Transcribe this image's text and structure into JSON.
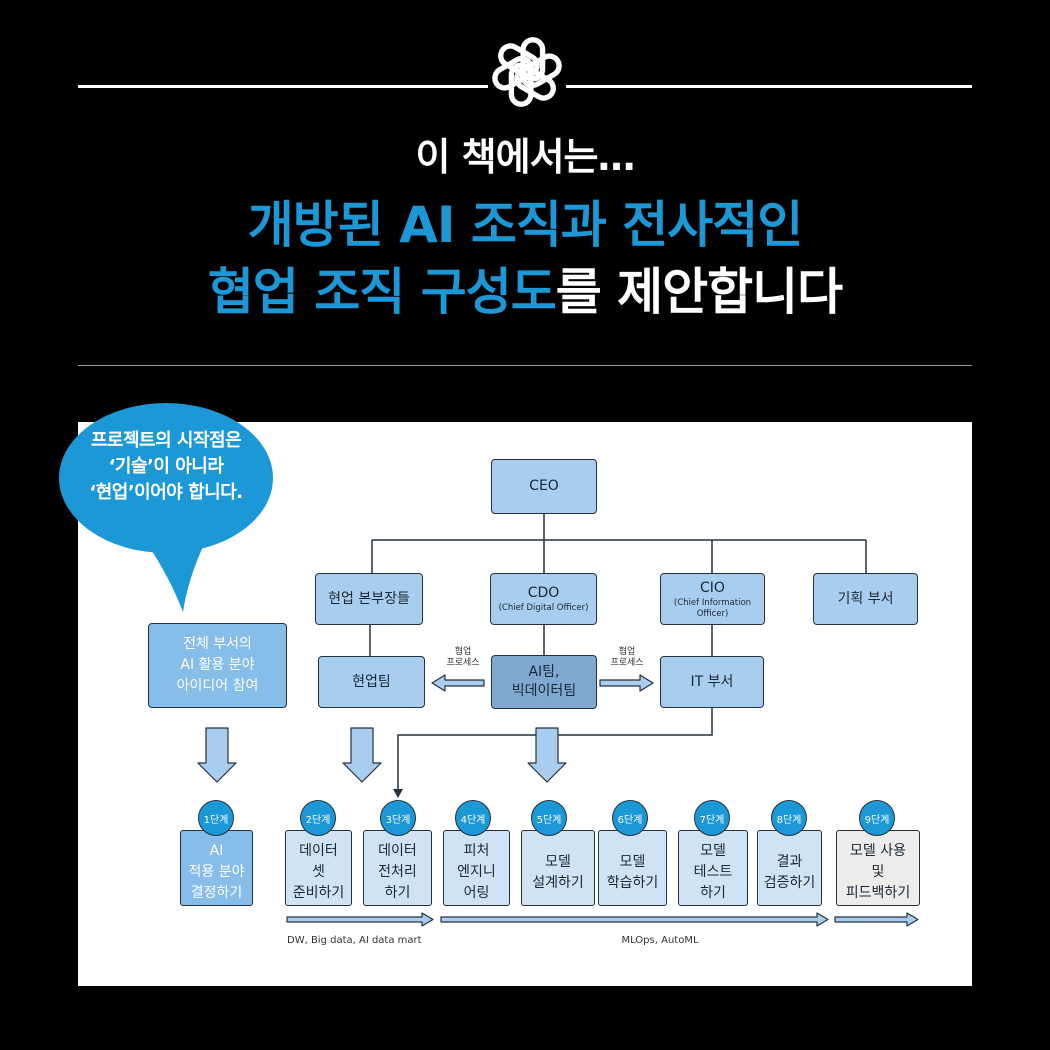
{
  "icons": {
    "logo": "knot-logo-icon"
  },
  "colors": {
    "background": "#000000",
    "accent": "#1c98d7",
    "box": "#a9cdee",
    "box_dark": "#7fa8d3",
    "box_mid": "#86bde9",
    "stage": "#cfe3f5",
    "final": "#ececec"
  },
  "header": {
    "line1": "이 책에서는…",
    "line2": "개방된 AI 조직과 전사적인",
    "line3_blue": "협업 조직 구성도",
    "line3_white": "를 제안합니다"
  },
  "bubble": {
    "lines": [
      "프로젝트의 시작점은",
      "‘기술’이 아니라",
      "‘현업’이어야 합니다."
    ]
  },
  "org": {
    "ceo": "CEO",
    "business_heads": "현업 본부장들",
    "cdo": {
      "title": "CDO",
      "subtitle": "(Chief Digital Officer)"
    },
    "cio": {
      "title": "CIO",
      "subtitle": "(Chief Information Officer)"
    },
    "planning": "기획 부서",
    "business_team": "현업팀",
    "ai_team": {
      "lines": [
        "AI팀,",
        "빅데이터팀"
      ]
    },
    "it_dept": "IT 부서",
    "all_departments": {
      "lines": [
        "전체 부서의",
        "AI 활용 분야",
        "아이디어 참여"
      ]
    },
    "collab_arrows": [
      {
        "lines": [
          "협업",
          "프로세스"
        ]
      },
      {
        "lines": [
          "협업",
          "프로세스"
        ]
      }
    ]
  },
  "stages": [
    {
      "label": "1단계",
      "lines": [
        "AI",
        "적용 분야",
        "결정하기"
      ]
    },
    {
      "label": "2단계",
      "lines": [
        "데이터",
        "셋",
        "준비하기"
      ]
    },
    {
      "label": "3단계",
      "lines": [
        "데이터",
        "전처리",
        "하기"
      ]
    },
    {
      "label": "4단계",
      "lines": [
        "피처",
        "엔지니",
        "어링"
      ]
    },
    {
      "label": "5단계",
      "lines": [
        "모델",
        "설계하기"
      ]
    },
    {
      "label": "6단계",
      "lines": [
        "모델",
        "학습하기"
      ]
    },
    {
      "label": "7단계",
      "lines": [
        "모델",
        "테스트",
        "하기"
      ]
    },
    {
      "label": "8단계",
      "lines": [
        "결과",
        "검증하기"
      ]
    },
    {
      "label": "9단계",
      "lines": [
        "모델 사용",
        "및",
        "피드백하기"
      ]
    }
  ],
  "footer_labels": {
    "data": "DW, Big data, AI data mart",
    "ops": "MLOps, AutoML"
  }
}
